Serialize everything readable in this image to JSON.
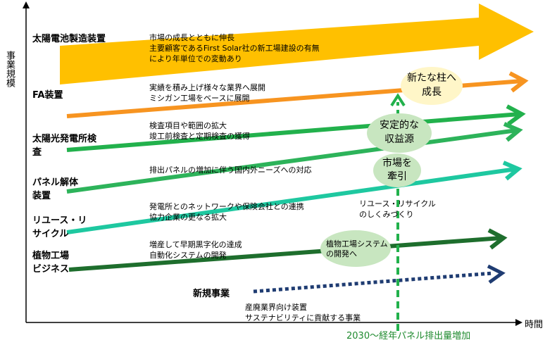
{
  "axis": {
    "y_label": "事業規模",
    "x_label": "時間",
    "milestone": "2030〜経年パネル排出量増加"
  },
  "business_lines": [
    {
      "name": "太陽電池製造装置",
      "desc": [
        "市場の成長とともに伸長",
        "主要顧客であるFirst Solar社の新工場建設の有無",
        "により年単位での変動あり"
      ],
      "color": "#ffc000"
    },
    {
      "name": "FA装置",
      "desc": [
        "実績を積み上げ様々な業界へ展開",
        "ミシガン工場をベースに展開"
      ],
      "color": "#f79420"
    },
    {
      "name": "太陽光発電所検査",
      "desc": [
        "検査項目や範囲の拡大",
        "竣工前検査と定期検査の獲得"
      ],
      "color": "#22b14c"
    },
    {
      "name": "パネル解体装置",
      "desc": [
        "排出パネルの増加に伴う国内外ニーズへの対応"
      ],
      "color": "#2db35a"
    },
    {
      "name": "リユース・リサイクル",
      "desc": [
        "発電所とのネットワークや保険会社との連携",
        "協力企業の更なる拡大"
      ],
      "color": "#1ec8a0"
    },
    {
      "name": "植物工場ビジネス",
      "desc": [
        "増産して早期黒字化の達成",
        "自動化システムの開発"
      ],
      "color": "#1e6e2d"
    },
    {
      "name": "新規事業",
      "desc": [
        "産廃業界向け装置",
        "サステナビリティに貢献する事業"
      ],
      "color": "#1f3c72"
    }
  ],
  "bubbles": [
    {
      "text": [
        "新たな柱へ",
        "成長"
      ],
      "color": "#fff6c8"
    },
    {
      "text": [
        "安定的な",
        "収益源"
      ],
      "color": "#c8e6c0"
    },
    {
      "text": [
        "市場を",
        "牽引"
      ],
      "color": "#c8e6c0"
    },
    {
      "text": [
        "植物工場システム",
        "の開発へ"
      ],
      "color": "#c8e6c0"
    }
  ],
  "recycle_note": [
    "リユース・リサイクル",
    "のしくみづくり"
  ]
}
